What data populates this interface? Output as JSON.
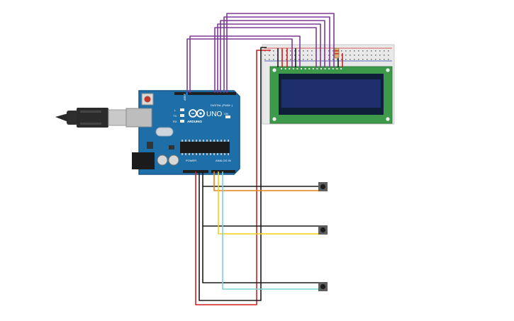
{
  "board": {
    "logo_text": "UNO",
    "brand_text": "ARDUINO",
    "digital_header_label": "DIGITAL (PWM~)",
    "power_label": "POWER",
    "analog_label": "ANALOG IN",
    "aref_label": "AREF",
    "gnd_label": "GND",
    "tx_label": "TX",
    "rx_label": "RX",
    "l_label": "L",
    "on_label": "ON"
  },
  "colors": {
    "background": "#ffffff",
    "board": "#1e6ea8",
    "board_dark": "#155587",
    "wire_purple": "#7b3a96",
    "wire_red": "#d11f1f",
    "wire_black": "#1a1a1a",
    "wire_orange": "#e8821a",
    "wire_yellow": "#f2d21a",
    "wire_cyan": "#7fd1d1",
    "breadboard": "#e9e9e9",
    "lcd_pcb": "#3c9a4a",
    "lcd_screen": "#1f2f6e"
  },
  "components": [
    {
      "name": "usb-cable",
      "icon": "usb-plug-icon"
    },
    {
      "name": "arduino-uno",
      "icon": "board-icon"
    },
    {
      "name": "breadboard",
      "icon": "breadboard-icon"
    },
    {
      "name": "lcd-16x2",
      "icon": "lcd-icon"
    },
    {
      "name": "pushbutton-1",
      "icon": "button-icon"
    },
    {
      "name": "pushbutton-2",
      "icon": "button-icon"
    },
    {
      "name": "pushbutton-3",
      "icon": "button-icon"
    },
    {
      "name": "resistor",
      "icon": "resistor-icon"
    }
  ]
}
